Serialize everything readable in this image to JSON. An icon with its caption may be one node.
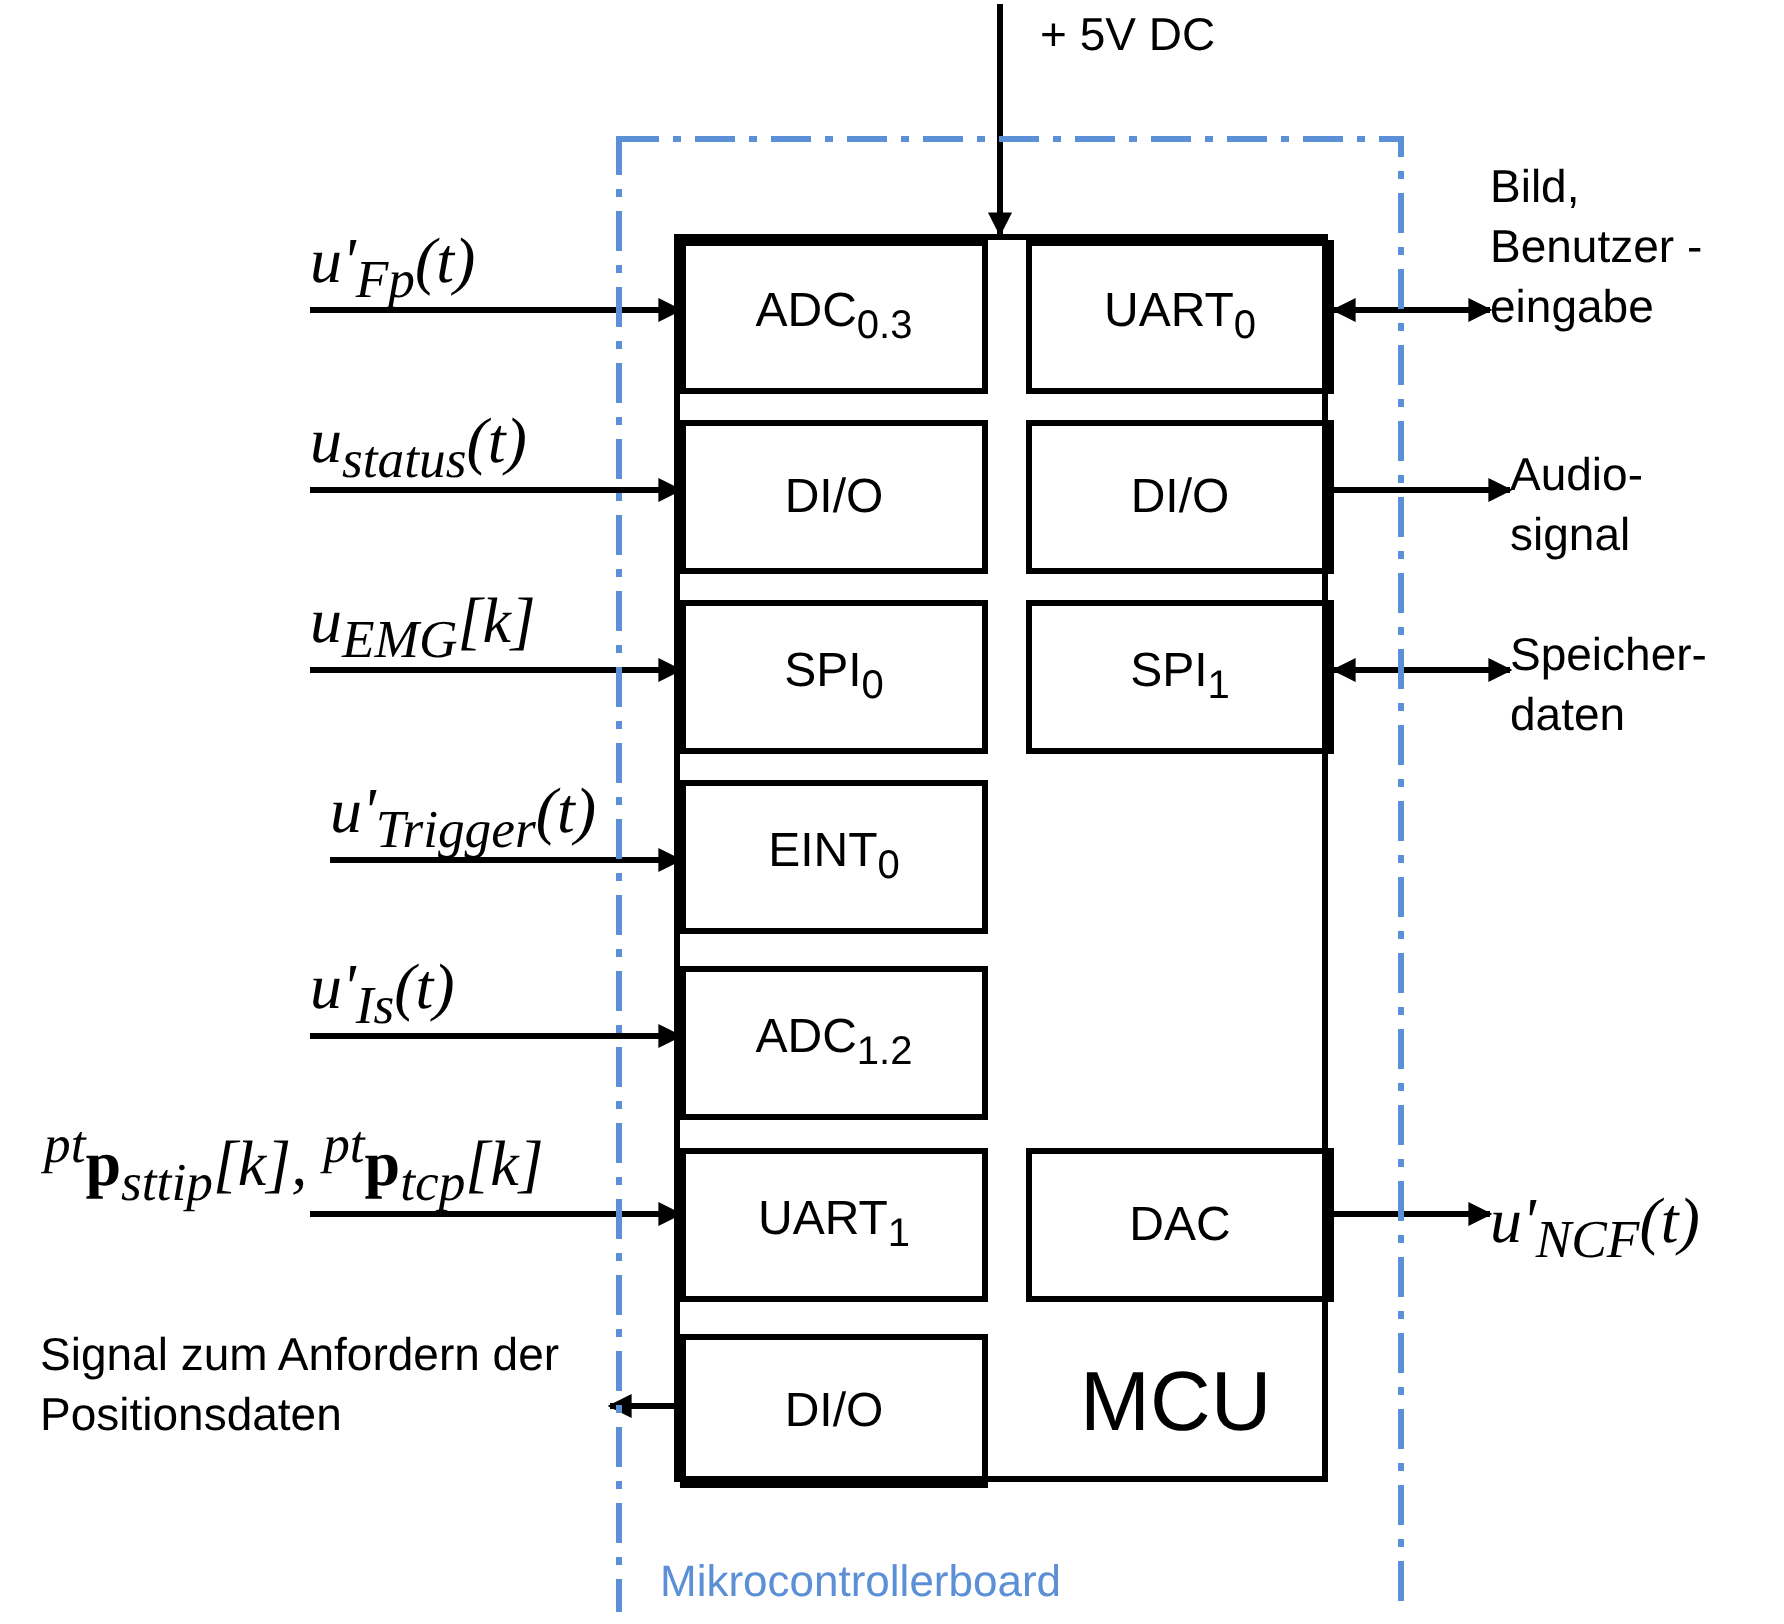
{
  "diagram": {
    "nodes": [
      {
        "text": [
          "Mikrocontrollerboard"
        ]
      },
      {
        "text": [
          "MCU"
        ],
        "in": 0
      },
      {
        "text": [
          "ADC$_{0.3}$"
        ],
        "in": 1
      },
      {
        "text": [
          "UART$_{0}$"
        ],
        "in": 1
      },
      {
        "text": [
          "DI/O"
        ],
        "in": 1
      },
      {
        "text": [
          "DI/O"
        ],
        "in": 1
      },
      {
        "text": [
          "SPI$_{0}$"
        ],
        "in": 1
      },
      {
        "text": [
          "SPI$_{1}$"
        ],
        "in": 1
      },
      {
        "text": [
          "EINT$_{0}$"
        ],
        "in": 1
      },
      {
        "text": [
          "ADC$_{1.2}$"
        ],
        "in": 1
      },
      {
        "text": [
          "UART$_{1}$"
        ],
        "in": 1
      },
      {
        "text": [
          "DAC"
        ],
        "in": 1
      },
      {
        "text": [
          "DI/O"
        ],
        "in": 1
      },
      {
        "text": [
          "+ 5V DC"
        ]
      },
      {
        "text": [
          "u'$_{Fp}$(t)"
        ]
      },
      {
        "text": [
          "u$_{status}$(t)"
        ]
      },
      {
        "text": [
          "u$_{EMG}$[k]"
        ]
      },
      {
        "text": [
          "u'$_{Trigger}$(t)"
        ]
      },
      {
        "text": [
          "u'$_{Is}$(t)"
        ]
      },
      {
        "text": [
          "$^{pt}$**p**$_{sttip}$[k], $^{pt}$**p**$_{tcp}$[k]"
        ]
      },
      {
        "text": [
          "Signal zum Anfordern der Positionsdaten"
        ]
      },
      {
        "text": [
          "Bild, Benutzer -eingabe"
        ]
      },
      {
        "text": [
          "Audio- signal"
        ]
      },
      {
        "text": [
          "Speicher- daten"
        ]
      },
      {
        "text": [
          "u'$_{NCF}$(t)"
        ]
      }
    ],
    "edges": [
      {
        "from": 13,
        "to": 1,
        "arrow": "to"
      },
      {
        "from": 14,
        "to": 2,
        "arrow": "to"
      },
      {
        "from": 15,
        "to": 4,
        "arrow": "to"
      },
      {
        "from": 16,
        "to": 6,
        "arrow": "to"
      },
      {
        "from": 17,
        "to": 8,
        "arrow": "to"
      },
      {
        "from": 18,
        "to": 9,
        "arrow": "to"
      },
      {
        "from": 19,
        "to": 10,
        "arrow": "to"
      },
      {
        "from": 12,
        "to": 20,
        "arrow": "to"
      },
      {
        "from": 3,
        "to": 21,
        "arrow": "both"
      },
      {
        "from": 5,
        "to": 22,
        "arrow": "to"
      },
      {
        "from": 7,
        "to": 23,
        "arrow": "both"
      },
      {
        "from": 11,
        "to": 24,
        "arrow": "to"
      }
    ]
  }
}
